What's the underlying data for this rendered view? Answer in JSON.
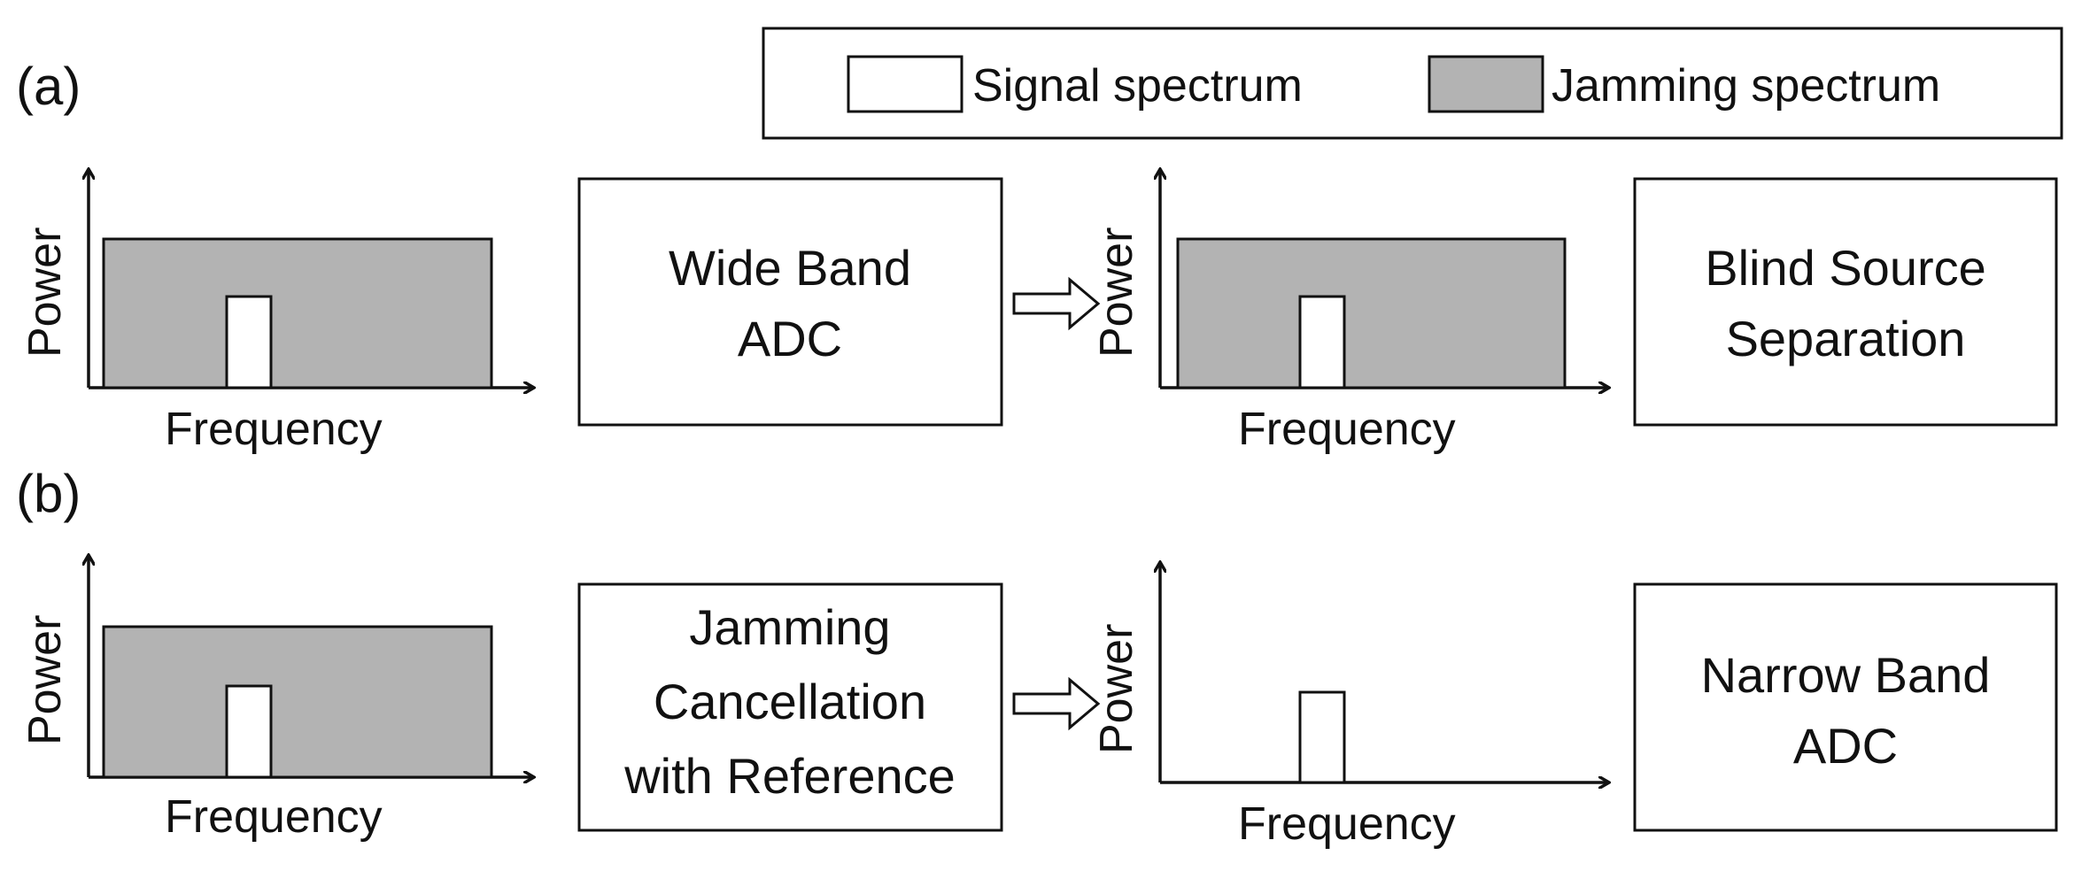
{
  "legend": {
    "signal": "Signal spectrum",
    "jamming": "Jamming spectrum"
  },
  "colors": {
    "jamming_fill": "#b3b3b3",
    "signal_fill": "#ffffff",
    "stroke": "#111111"
  },
  "panel_a": {
    "tag": "(a)",
    "plot_left": {
      "ylabel": "Power",
      "xlabel": "Frequency"
    },
    "process_box": {
      "line1": "Wide Band",
      "line2": "ADC"
    },
    "plot_right": {
      "ylabel": "Power",
      "xlabel": "Frequency"
    },
    "output_box": {
      "line1": "Blind Source",
      "line2": "Separation"
    }
  },
  "panel_b": {
    "tag": "(b)",
    "plot_left": {
      "ylabel": "Power",
      "xlabel": "Frequency"
    },
    "process_box": {
      "line1": "Jamming",
      "line2": "Cancellation",
      "line3": "with Reference"
    },
    "plot_right": {
      "ylabel": "Power",
      "xlabel": "Frequency"
    },
    "output_box": {
      "line1": "Narrow Band",
      "line2": "ADC"
    }
  }
}
